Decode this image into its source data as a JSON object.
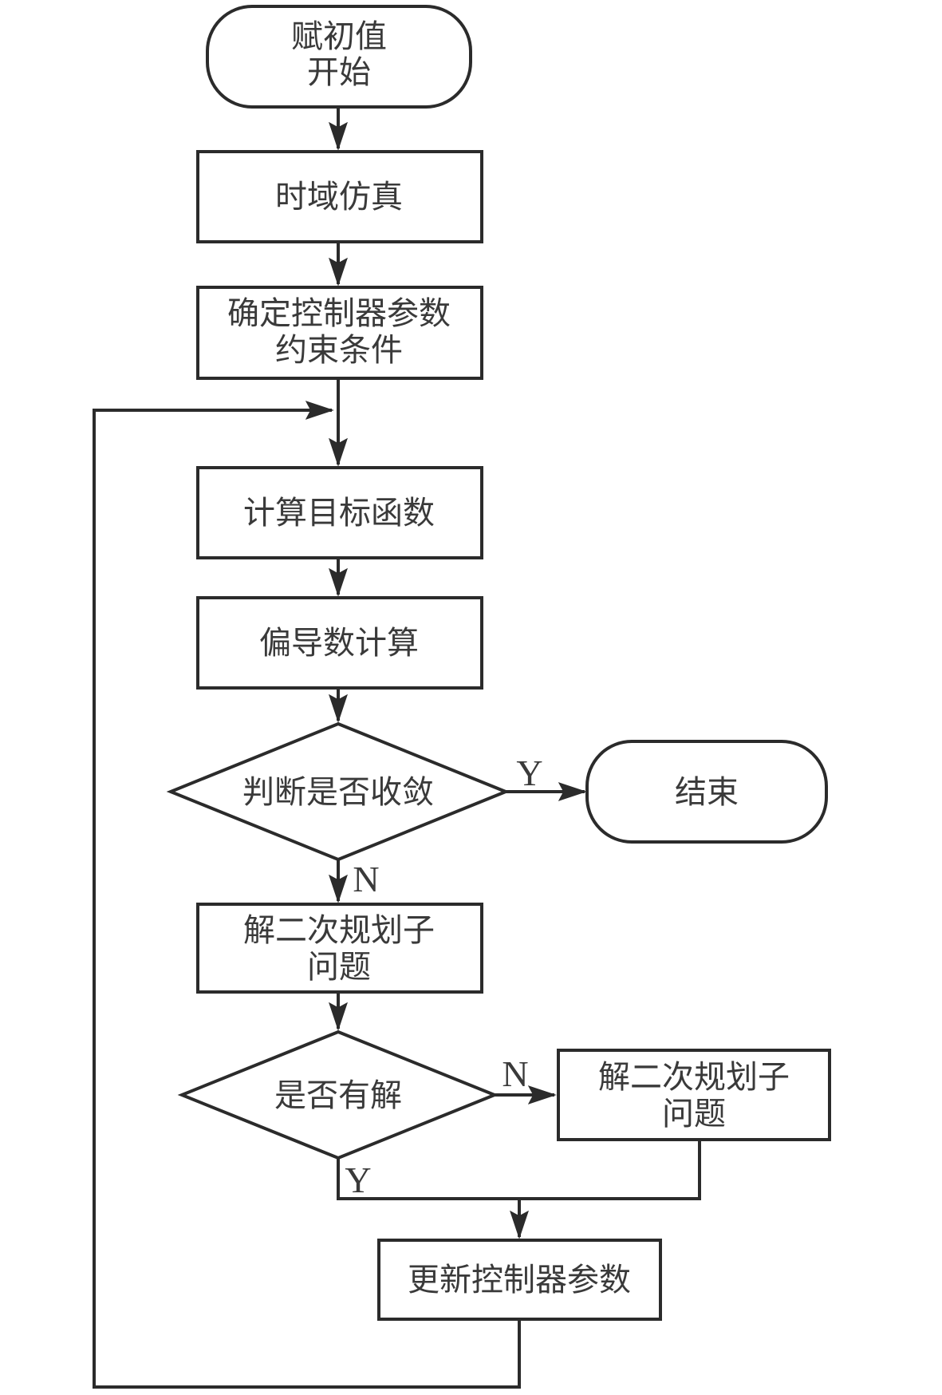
{
  "diagram": {
    "type": "flowchart",
    "background_color": "#ffffff",
    "line_color": "#2b2b2b",
    "text_color": "#3a3a3a"
  },
  "nodes": {
    "start": {
      "shape": "terminal",
      "lines": [
        "赋初值",
        "开始"
      ]
    },
    "time_domain_sim": {
      "shape": "process",
      "lines": [
        "时域仿真"
      ]
    },
    "constraints": {
      "shape": "process",
      "lines": [
        "确定控制器参数",
        "约束条件"
      ]
    },
    "objective": {
      "shape": "process",
      "lines": [
        "计算目标函数"
      ]
    },
    "partial_derivative": {
      "shape": "process",
      "lines": [
        "偏导数计算"
      ]
    },
    "converge_check": {
      "shape": "decision",
      "lines": [
        "判断是否收敛"
      ]
    },
    "end": {
      "shape": "terminal",
      "lines": [
        "结束"
      ]
    },
    "solve_qp": {
      "shape": "process",
      "lines": [
        "解二次规划子",
        "问题"
      ]
    },
    "has_solution": {
      "shape": "decision",
      "lines": [
        "是否有解"
      ]
    },
    "solve_qp_2": {
      "shape": "process",
      "lines": [
        "解二次规划子",
        "问题"
      ]
    },
    "update_params": {
      "shape": "process",
      "lines": [
        "更新控制器参数"
      ]
    }
  },
  "edge_labels": {
    "converge_yes": "Y",
    "converge_no": "N",
    "solution_no": "N",
    "solution_yes": "Y"
  }
}
